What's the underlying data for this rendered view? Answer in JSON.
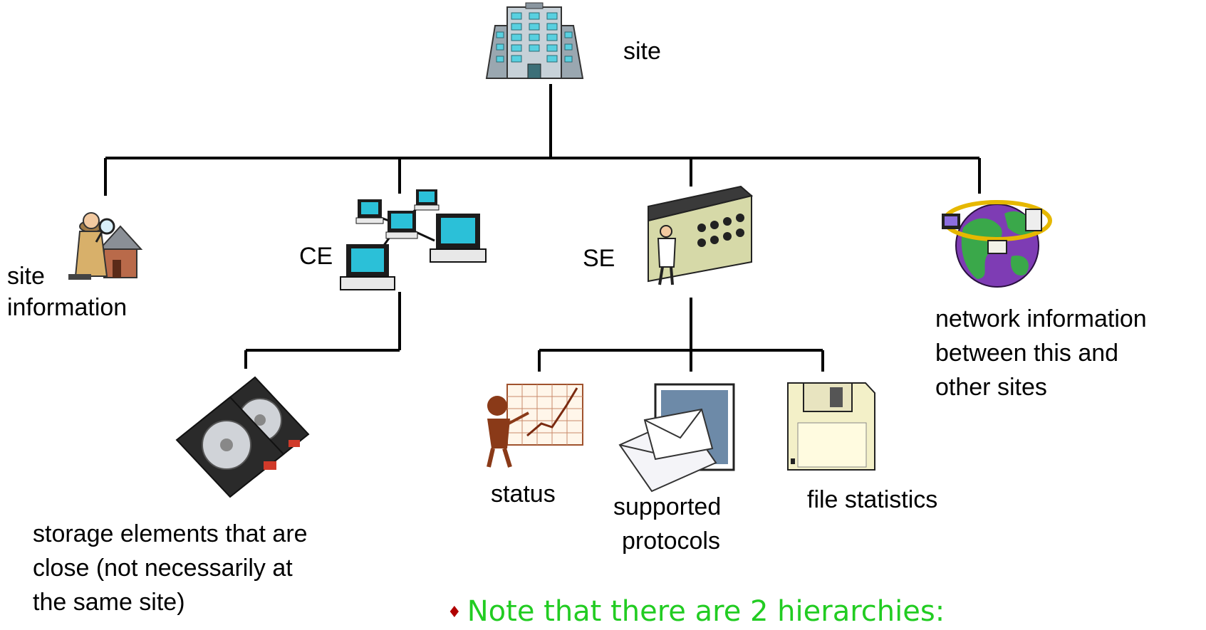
{
  "nodes": {
    "site": "site",
    "site_information": [
      "site",
      "information"
    ],
    "ce": "CE",
    "se": "SE",
    "network_information": [
      "network information",
      "between this and",
      "other sites"
    ],
    "storage_elements": [
      "storage elements that are",
      "close (not necessarily at",
      "the same site)"
    ],
    "status": "status",
    "supported_protocols": [
      "supported",
      "protocols"
    ],
    "file_statistics": "file statistics"
  },
  "note": {
    "bullet": "♦",
    "text": "Note that there are 2 hierarchies:"
  },
  "icons": [
    "office-building-icon",
    "detective-house-icon",
    "networked-computers-icon",
    "data-center-technician-icon",
    "globe-network-icon",
    "hard-disk-drives-icon",
    "presenter-chart-icon",
    "mail-envelopes-icon",
    "floppy-disk-icon"
  ],
  "colors": {
    "lines": "#000000",
    "note_text": "#22cc22",
    "note_bullet": "#b00000"
  }
}
